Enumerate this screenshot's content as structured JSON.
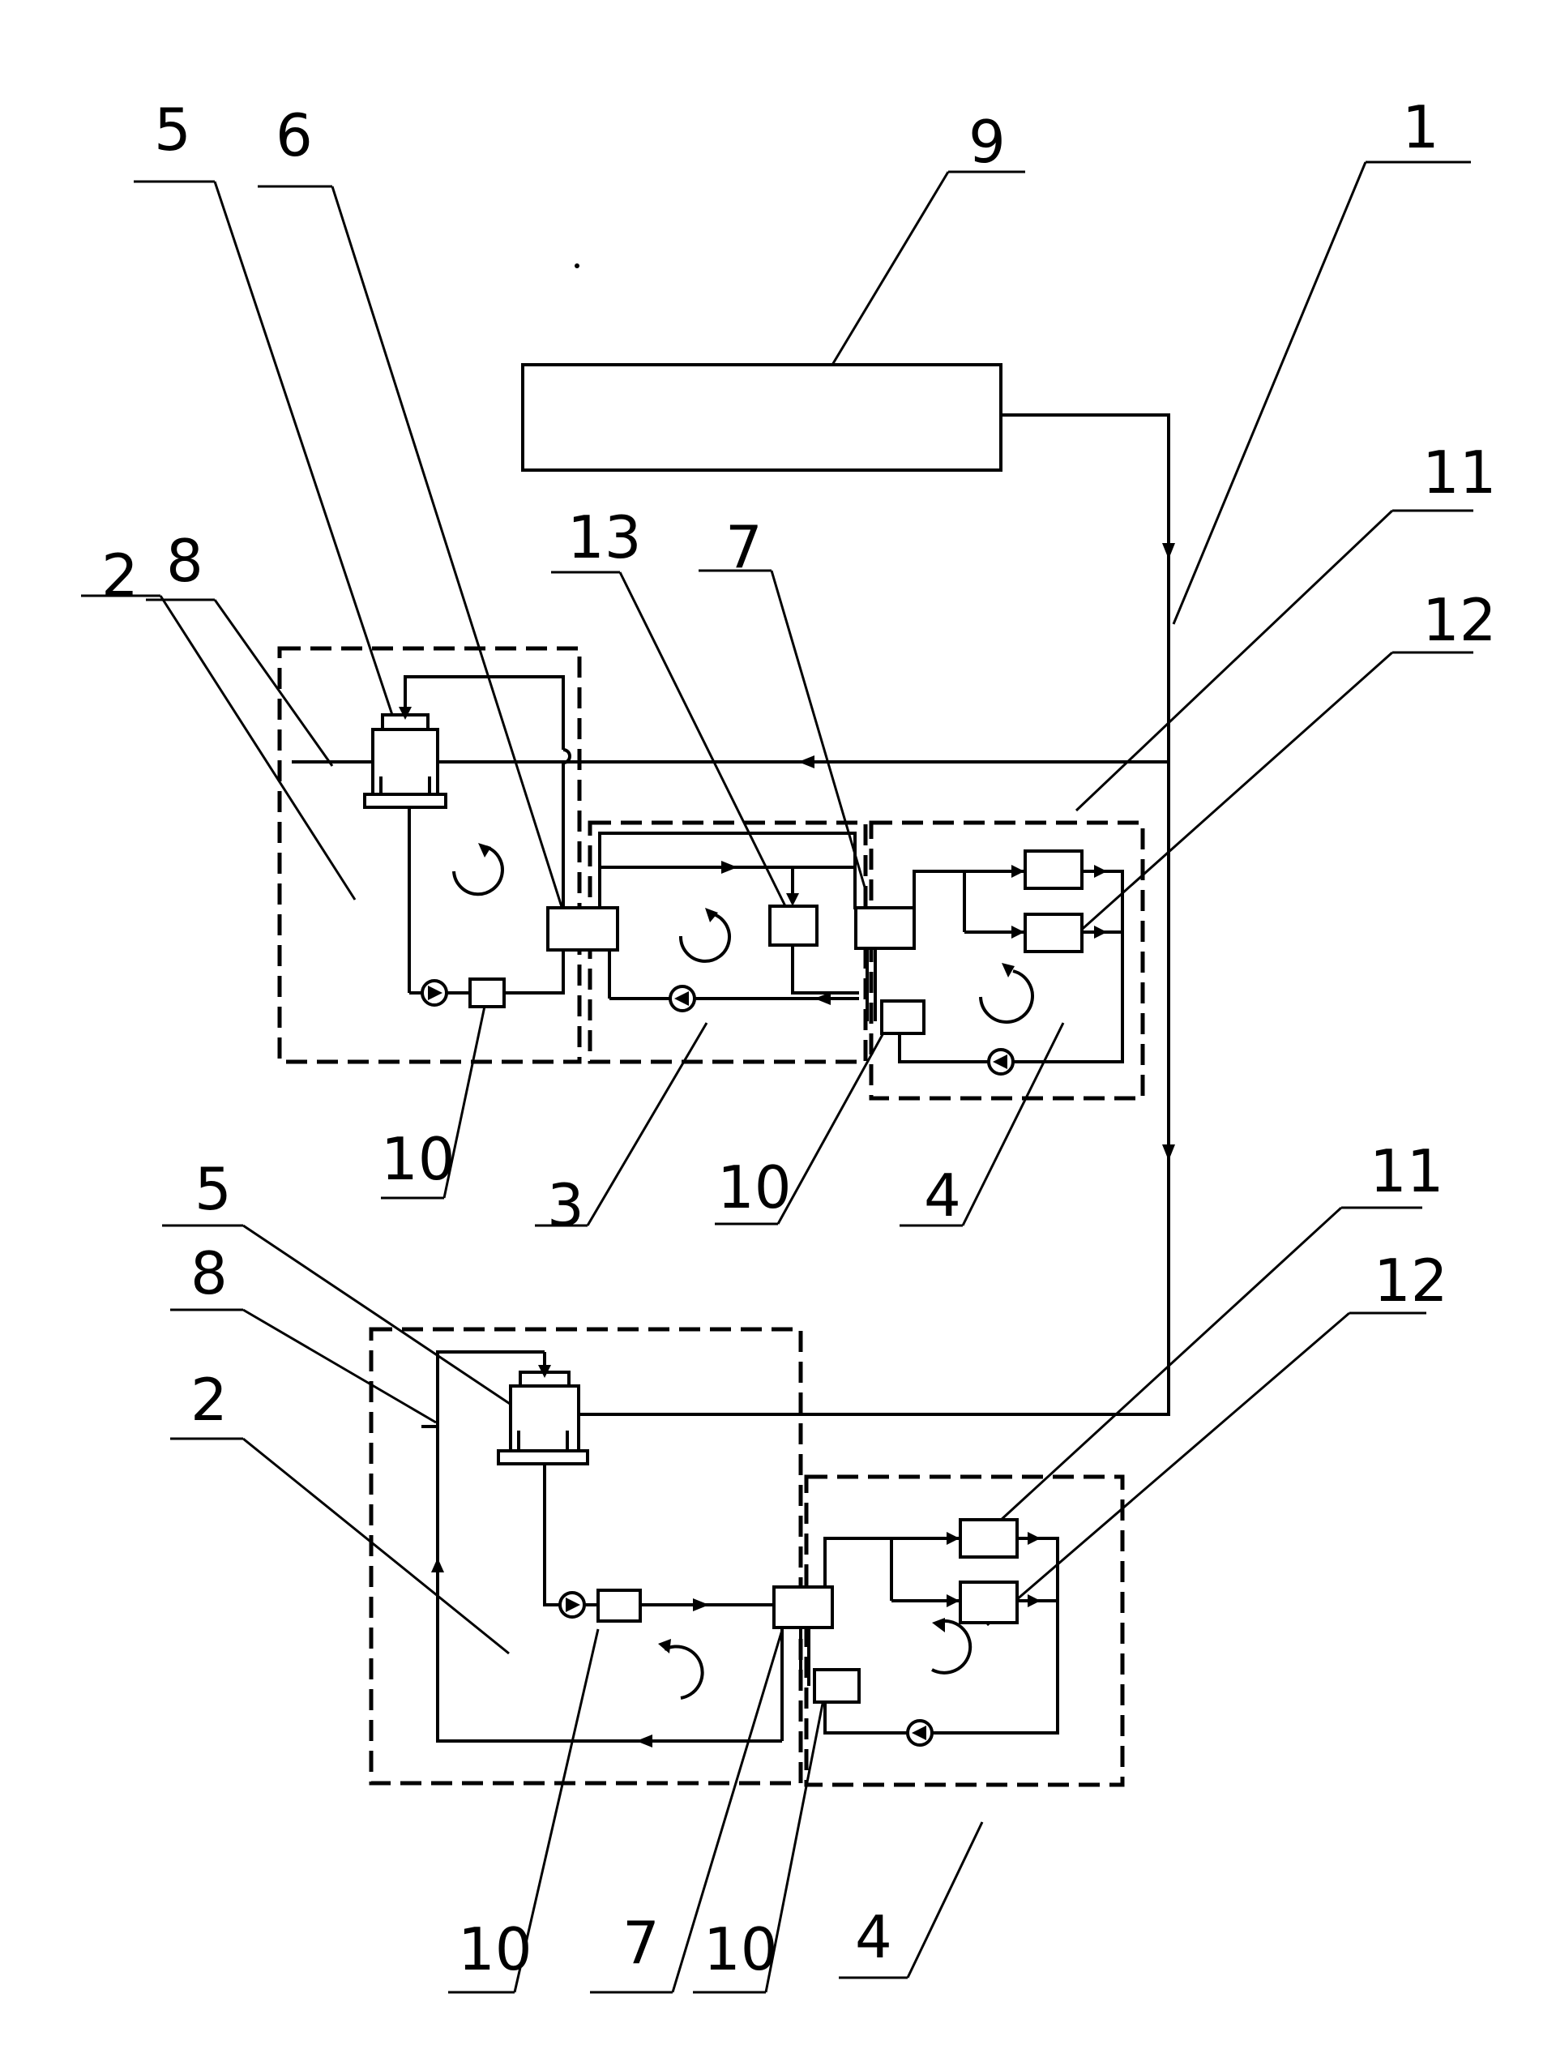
{
  "figure": {
    "labels": {
      "l1": "1",
      "l2_top": "2",
      "l3": "3",
      "l4_top": "4",
      "l5_top": "5",
      "l6": "6",
      "l7_top": "7",
      "l8_top": "8",
      "l9": "9",
      "l10_top_left": "10",
      "l10_top_mid": "10",
      "l11_top": "11",
      "l12_top": "12",
      "l13": "13",
      "l5_bottom": "5",
      "l8_bottom": "8",
      "l2_bottom": "2",
      "l11_bottom": "11",
      "l12_bottom": "12",
      "l10_bottom_left": "10",
      "l7_bottom": "7",
      "l10_bottom_mid": "10",
      "l4_bottom": "4"
    }
  }
}
